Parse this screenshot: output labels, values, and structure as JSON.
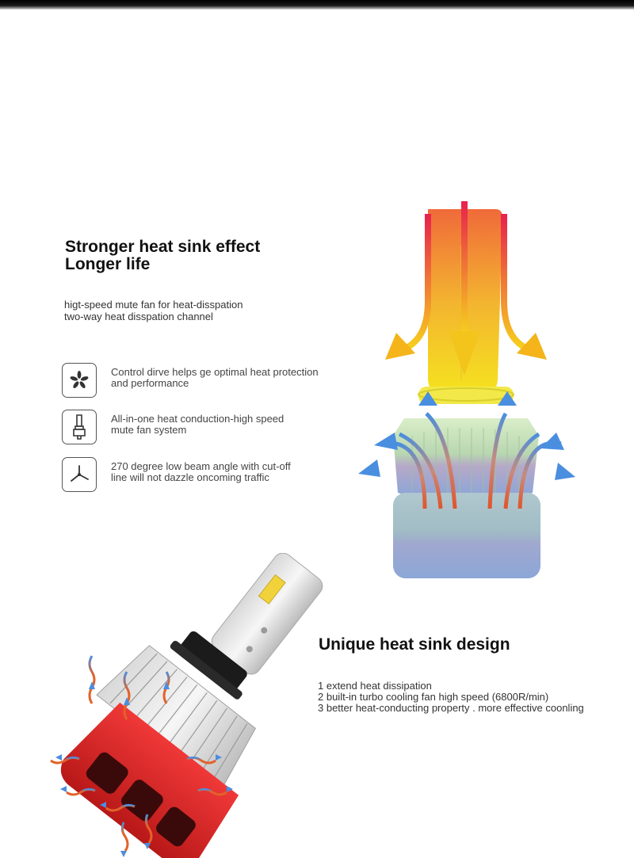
{
  "section1": {
    "title_line1": "Stronger heat sink effect",
    "title_line2": "Longer life",
    "desc_line1": "higt-speed mute fan for heat-disspation",
    "desc_line2": "two-way heat disspation channel"
  },
  "features": [
    {
      "icon": "fan-blossom-icon",
      "line1": "Control dirve helps ge optimal heat protection",
      "line2": "and performance"
    },
    {
      "icon": "bulb-outline-icon",
      "line1": "All-in-one heat conduction-high speed",
      "line2": "mute fan system"
    },
    {
      "icon": "propeller-icon",
      "line1": "270 degree low beam angle with cut-off",
      "line2": "line will not dazzle oncoming traffic"
    }
  ],
  "section2": {
    "title": "Unique heat sink design",
    "item1": "1 extend heat dissipation",
    "item2": "2 built-in turbo cooling fan high speed (6800R/min)",
    "item3": "3 better heat-conducting property . more effective coonling"
  },
  "colors": {
    "hot_red": "#e0204a",
    "hot_yellow": "#f5e020",
    "cool_blue": "#4a8ee0",
    "bulb_red": "#e02828",
    "fin_green": "#c7e8b8"
  }
}
